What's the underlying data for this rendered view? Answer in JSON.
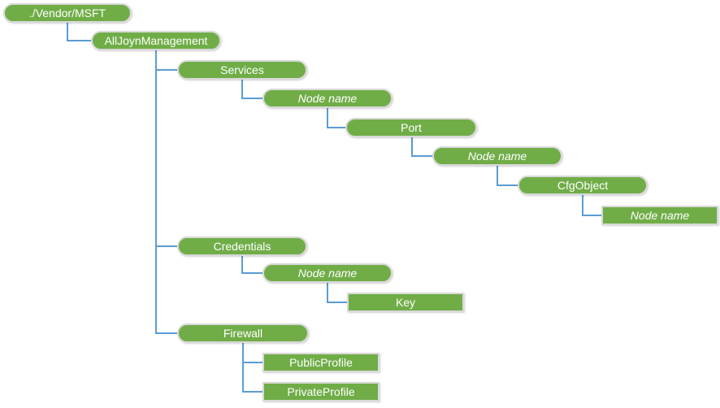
{
  "diagram": {
    "root_label": "./Vendor/MSFT",
    "type": "tree"
  },
  "nodes": [
    {
      "id": "vendor-msft",
      "label": "./Vendor/MSFT",
      "shape": "pill",
      "italic": false,
      "depth": 0
    },
    {
      "id": "alljoynmanagement",
      "label": "AllJoynManagement",
      "shape": "pill",
      "italic": false,
      "depth": 1
    },
    {
      "id": "services",
      "label": "Services",
      "shape": "pill",
      "italic": false,
      "depth": 2
    },
    {
      "id": "services-node-name",
      "label": "Node name",
      "shape": "pill",
      "italic": true,
      "depth": 3
    },
    {
      "id": "port",
      "label": "Port",
      "shape": "pill",
      "italic": false,
      "depth": 4
    },
    {
      "id": "port-node-name",
      "label": "Node name",
      "shape": "pill",
      "italic": true,
      "depth": 5
    },
    {
      "id": "cfgobject",
      "label": "CfgObject",
      "shape": "pill",
      "italic": false,
      "depth": 6
    },
    {
      "id": "cfgobject-node-name",
      "label": "Node name",
      "shape": "rect",
      "italic": true,
      "depth": 7
    },
    {
      "id": "credentials",
      "label": "Credentials",
      "shape": "pill",
      "italic": false,
      "depth": 2
    },
    {
      "id": "credentials-node-name",
      "label": "Node name",
      "shape": "pill",
      "italic": true,
      "depth": 3
    },
    {
      "id": "key",
      "label": "Key",
      "shape": "rect",
      "italic": false,
      "depth": 4
    },
    {
      "id": "firewall",
      "label": "Firewall",
      "shape": "pill",
      "italic": false,
      "depth": 2
    },
    {
      "id": "publicprofile",
      "label": "PublicProfile",
      "shape": "rect",
      "italic": false,
      "depth": 3
    },
    {
      "id": "privateprofile",
      "label": "PrivateProfile",
      "shape": "rect",
      "italic": false,
      "depth": 3
    }
  ],
  "colors": {
    "node_fill": "#70AD47",
    "node_border": "#D9D9D9",
    "node_text": "#FFFFFF",
    "connector": "#5B9BD5",
    "background": "#FFFFFF"
  }
}
